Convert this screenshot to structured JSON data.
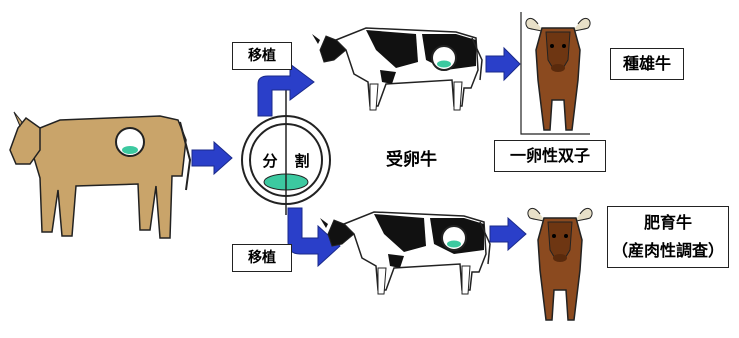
{
  "labels": {
    "transplant_top": "移植",
    "transplant_bottom": "移植",
    "split_char_1": "分",
    "split_char_2": "割",
    "recipient": "受卵牛",
    "twins": "一卵性双子",
    "bull": "種雄牛",
    "fattening_line1": "肥育牛",
    "fattening_line2": "（産肉性調査）"
  },
  "colors": {
    "donor_cow": "#c9a46a",
    "holstein_black": "#111111",
    "bull_brown": "#8b4a1f",
    "embryo_green": "#3cc9a0",
    "arrow_blue": "#2a3fc9",
    "outline": "#222222"
  }
}
